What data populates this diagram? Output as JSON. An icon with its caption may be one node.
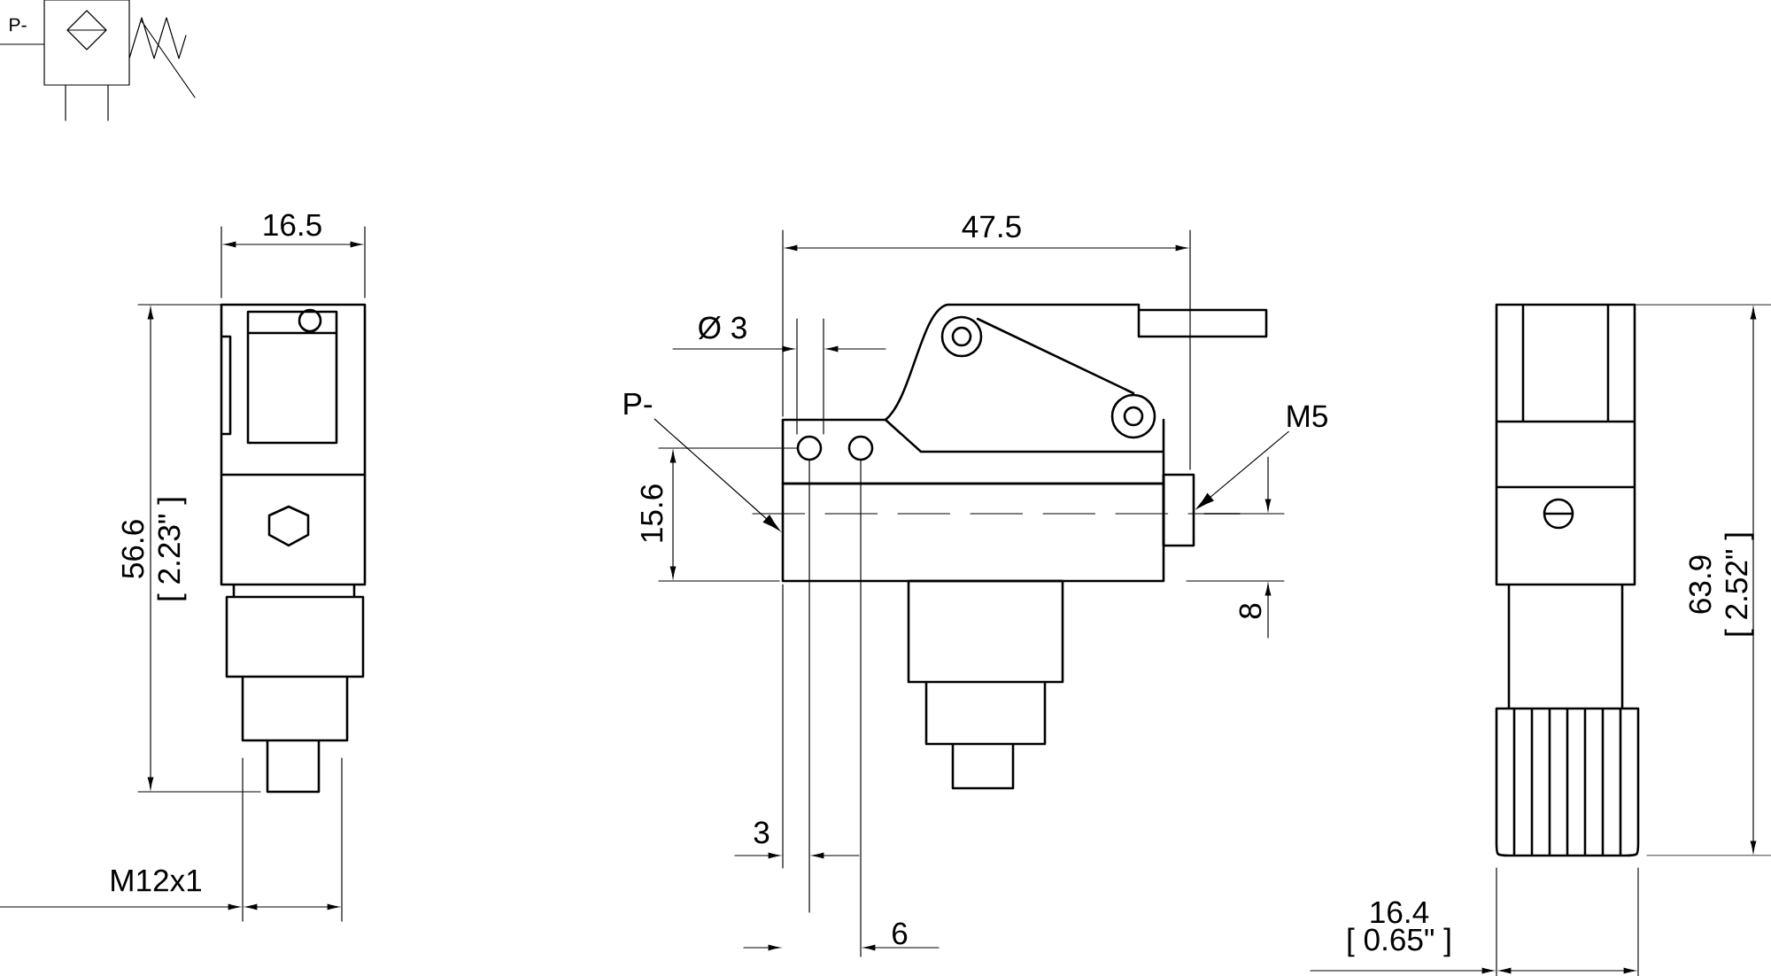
{
  "diagram": {
    "nodes": [
      {
        "text": [
          "P-"
        ]
      },
      {
        "text": [
          "M5"
        ]
      },
      {
        "text": [],
        "shape": "box"
      },
      {
        "text": [],
        "shape": "box"
      }
    ],
    "edges": [
      {
        "from": 0,
        "to": 2,
        "arrow": "to"
      },
      {
        "from": 1,
        "to": 3,
        "arrow": "to"
      }
    ],
    "labels": [
      "P-",
      "16.5",
      "56.6",
      "[ 2.23\" ]",
      "M12x1",
      "47.5",
      "Ø 3",
      "15.6",
      "8",
      "3",
      "6",
      "63.9",
      "[ 2.52\" ]",
      "16.4",
      "[ 0.65\" ]"
    ]
  }
}
